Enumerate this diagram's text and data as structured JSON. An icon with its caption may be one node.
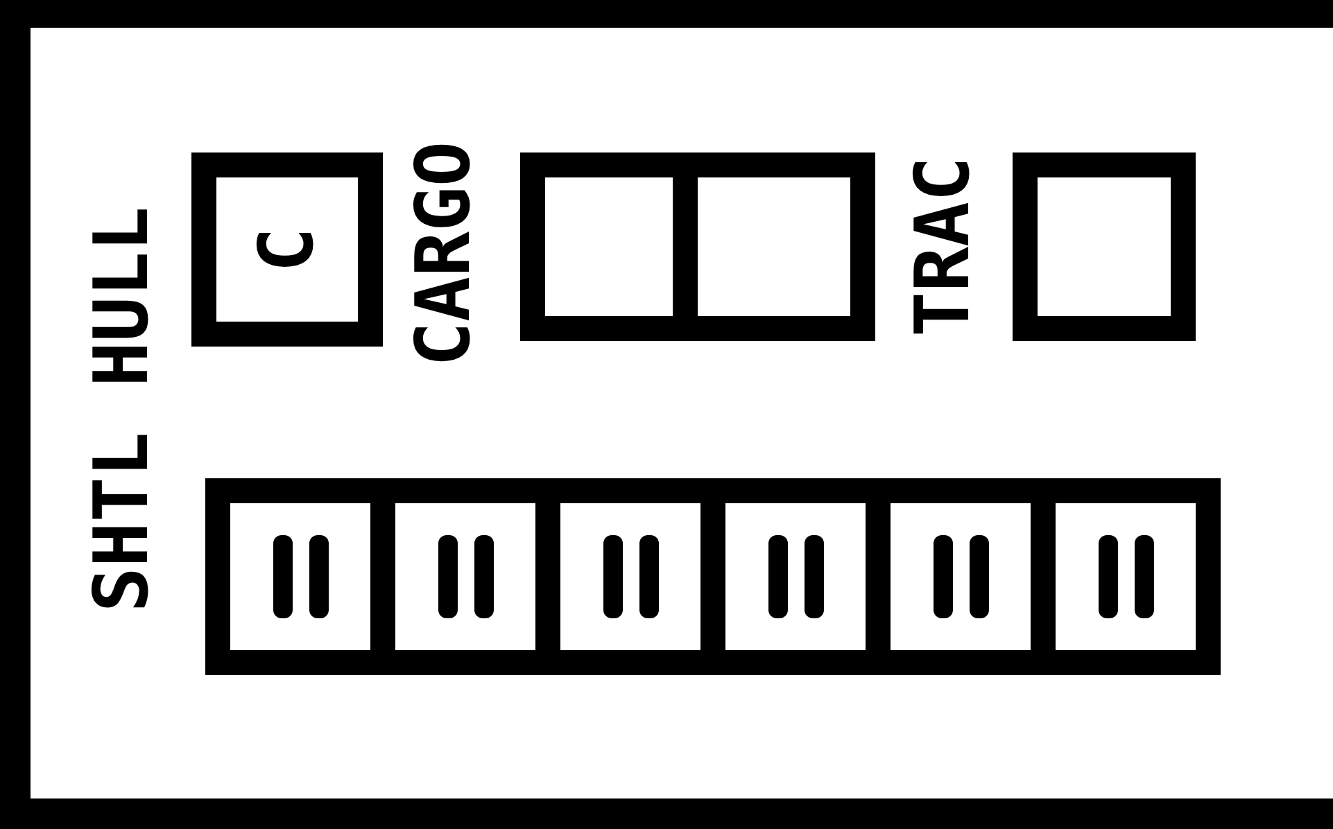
{
  "diagram": {
    "nodes": [
      {
        "text": [
          "C"
        ]
      },
      {
        "text": [],
        "shape": "box"
      },
      {
        "text": [],
        "shape": "box"
      },
      {
        "text": [],
        "shape": "box"
      },
      {
        "text": [],
        "shape": "box"
      },
      {
        "text": [],
        "shape": "box"
      },
      {
        "text": [],
        "shape": "box"
      },
      {
        "text": [],
        "shape": "box"
      },
      {
        "text": [],
        "shape": "box"
      },
      {
        "text": [],
        "shape": "box"
      }
    ],
    "labels": [
      "SHTL HULL",
      "CARGO",
      "TRAC"
    ]
  }
}
